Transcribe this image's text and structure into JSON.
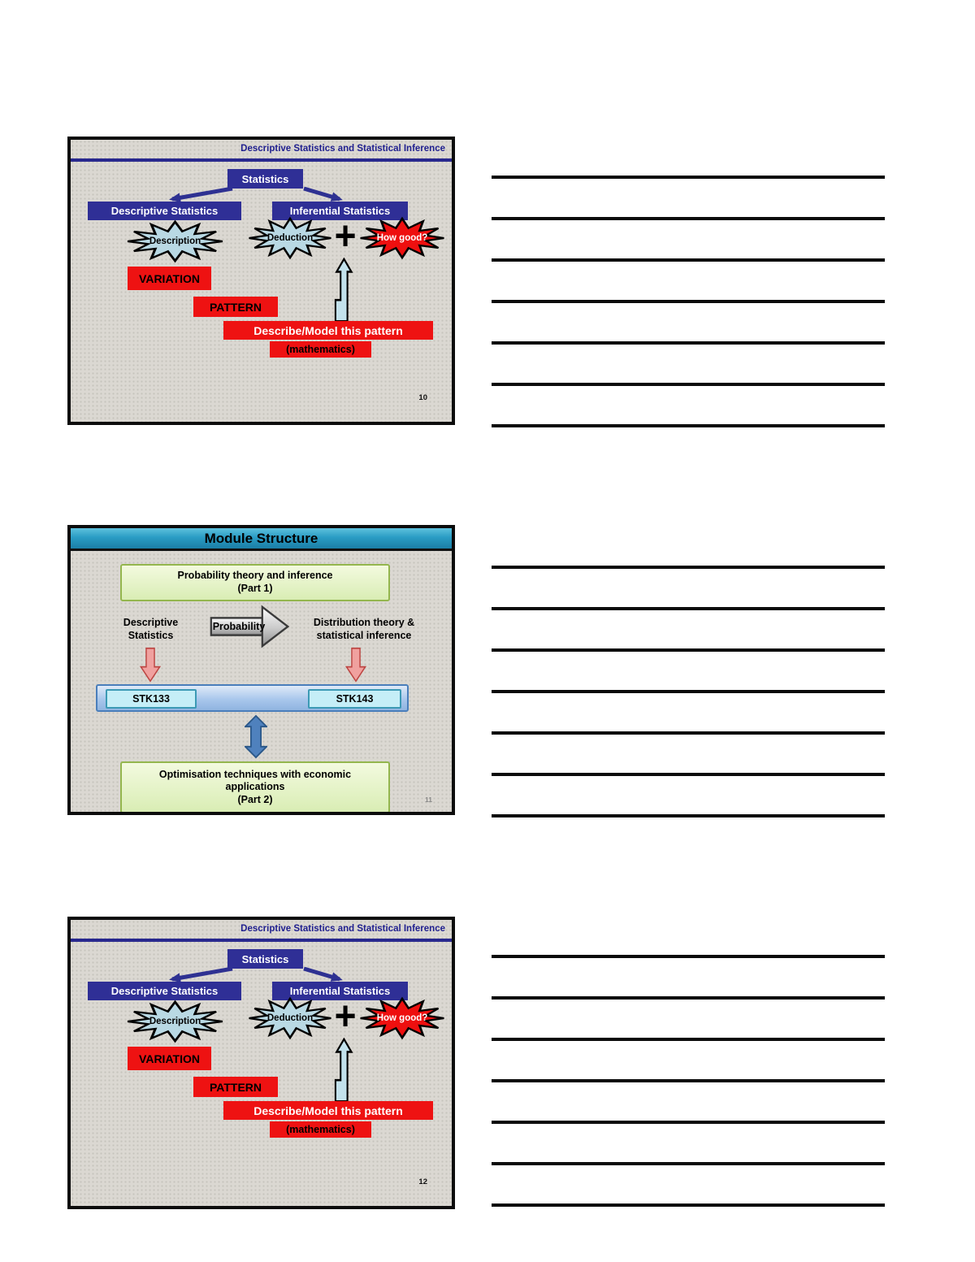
{
  "slides": {
    "a": {
      "page_number": "10",
      "header": "Descriptive Statistics and Statistical Inference",
      "root_box": "Statistics",
      "left_box": "Descriptive Statistics",
      "right_box": "Inferential Statistics",
      "burst_description": "Description",
      "burst_deduction": "Deduction",
      "plus": "+",
      "burst_how_good": "How good?",
      "variation": "VARIATION",
      "pattern": "PATTERN",
      "describe_model": "Describe/Model this pattern",
      "mathematics": "(mathematics)"
    },
    "b": {
      "page_number": "11",
      "title": "Module Structure",
      "part1": "Probability theory and inference\n(Part 1)",
      "descriptive": "Descriptive\nStatistics",
      "probability": "Probability",
      "distribution": "Distribution theory &\nstatistical inference",
      "stk_left": "STK133",
      "stk_right": "STK143",
      "part2": "Optimisation techniques with economic\napplications\n(Part 2)"
    },
    "c": {
      "page_number": "12",
      "header": "Descriptive Statistics and Statistical Inference",
      "root_box": "Statistics",
      "left_box": "Descriptive Statistics",
      "right_box": "Inferential Statistics",
      "burst_description": "Description",
      "burst_deduction": "Deduction",
      "plus": "+",
      "burst_how_good": "How good?",
      "variation": "VARIATION",
      "pattern": "PATTERN",
      "describe_model": "Describe/Model this pattern",
      "mathematics": "(mathematics)"
    }
  },
  "colors": {
    "navy_box": "#2f2f96",
    "header_navy": "#1f1f8f",
    "red": "#ee1212",
    "burst_blue": "#b9d9e4",
    "burst_red": "#ee0f0f",
    "teal_title": "#2a9cc4",
    "green_fill": "#e2f2c2",
    "green_border": "#94b64e",
    "bar_blue": "#a9c7ec",
    "bar_border": "#4a7ebb",
    "stk_fill": "#c5eef7",
    "stk_border": "#3c9ab5",
    "pink_arrow": "#f0a19f",
    "pink_border": "#c0504d",
    "double_arrow": "#4f81bd"
  }
}
